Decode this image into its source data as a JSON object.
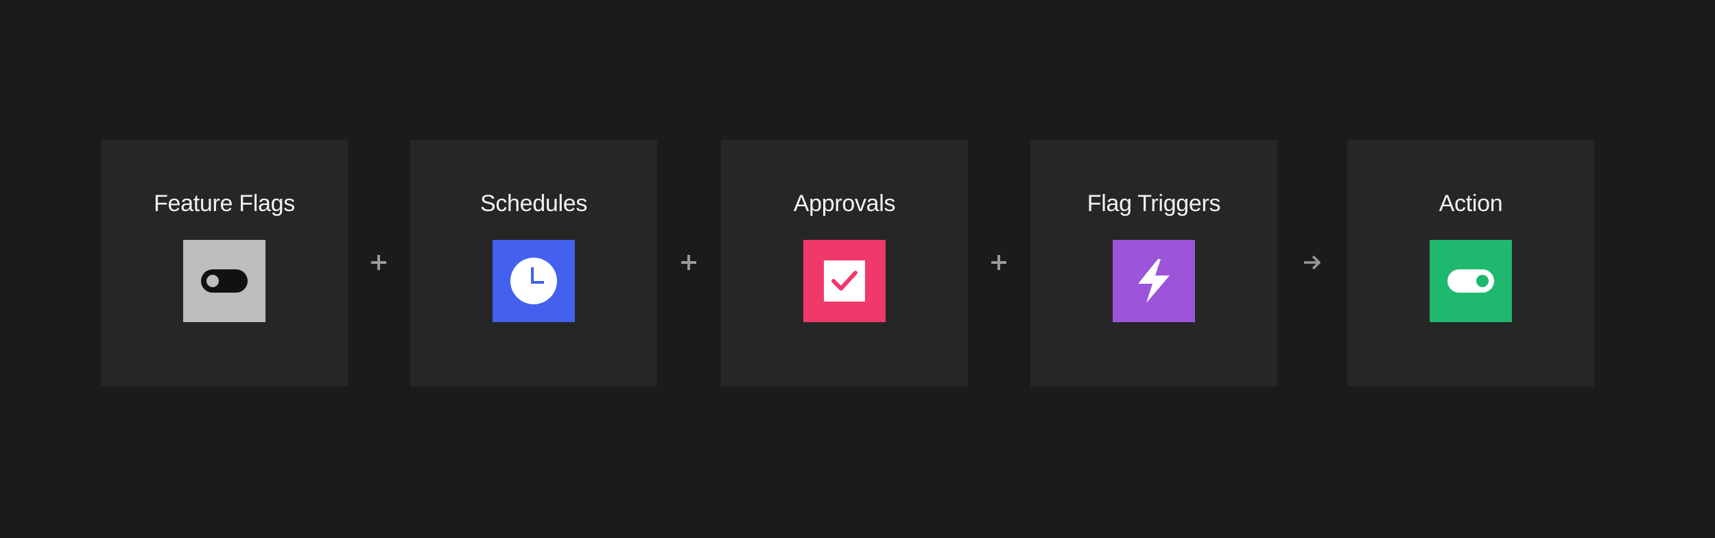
{
  "steps": [
    {
      "title": "Feature Flags",
      "icon": "toggle-off-icon",
      "color": "#bdbdbd"
    },
    {
      "title": "Schedules",
      "icon": "clock-icon",
      "color": "#4361ee"
    },
    {
      "title": "Approvals",
      "icon": "checkbox-icon",
      "color": "#f0386b"
    },
    {
      "title": "Flag Triggers",
      "icon": "lightning-bolt-icon",
      "color": "#9c55d9"
    },
    {
      "title": "Action",
      "icon": "toggle-on-icon",
      "color": "#1eb86e"
    }
  ],
  "connectors": [
    {
      "icon": "plus-icon"
    },
    {
      "icon": "plus-icon"
    },
    {
      "icon": "plus-icon"
    },
    {
      "icon": "arrow-right-icon"
    }
  ],
  "colors": {
    "background": "#1b1b1b",
    "card": "#262626",
    "text": "#f2f2f2",
    "connector": "#9a9a9a"
  }
}
